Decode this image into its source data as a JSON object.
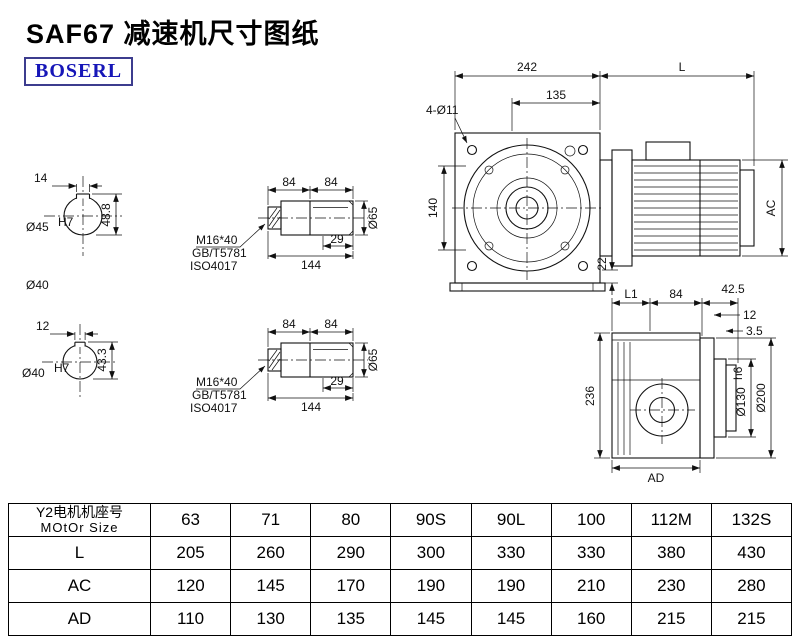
{
  "page": {
    "title": "SAF67 减速机尺寸图纸",
    "logo": "BOSERL"
  },
  "drawing": {
    "shaft1_end": {
      "keyway_width": "14",
      "bore": "Ø45",
      "bore_tol": "H7",
      "total_height": "48.8",
      "shaft_dia": "Ø40"
    },
    "shaft2_end": {
      "keyway_width": "12",
      "bore": "Ø40",
      "bore_tol": "H7",
      "total_height": "43.3"
    },
    "shaft1_side": {
      "len_left": "84",
      "len_right": "84",
      "keyway_len": "29",
      "total_len": "144",
      "dia": "Ø65",
      "bolt_spec": "M16*40",
      "bolt_std1": "GB/T5781",
      "bolt_std2": "ISO4017"
    },
    "shaft2_side": {
      "len_left": "84",
      "len_right": "84",
      "keyway_len": "29",
      "total_len": "144",
      "dia": "Ø65",
      "bolt_spec": "M16*40",
      "bolt_std1": "GB/T5781",
      "bolt_std2": "ISO4017"
    },
    "front_view": {
      "housing_width": "242",
      "motor_len": "L",
      "flange_offset": "135",
      "holes": "4-Ø11",
      "center_height": "140",
      "foot_height": "22",
      "motor_dia": "AC"
    },
    "side_view": {
      "dim_l1": "L1",
      "dim_84": "84",
      "dim_42_5": "42.5",
      "dim_12": "12",
      "dim_3_5": "3.5",
      "height": "236",
      "spigot_dia": "Ø130",
      "spigot_tol": "h6",
      "flange_dia": "Ø200",
      "base_width": "AD"
    }
  },
  "table": {
    "header_cn": "Y2电机机座号",
    "header_en": "MOtOr Size",
    "columns": [
      "63",
      "71",
      "80",
      "90S",
      "90L",
      "100",
      "112M",
      "132S"
    ],
    "rows": [
      {
        "label": "L",
        "values": [
          "205",
          "260",
          "290",
          "300",
          "330",
          "330",
          "380",
          "430"
        ]
      },
      {
        "label": "AC",
        "values": [
          "120",
          "145",
          "170",
          "190",
          "190",
          "210",
          "230",
          "280"
        ]
      },
      {
        "label": "AD",
        "values": [
          "110",
          "130",
          "135",
          "145",
          "145",
          "160",
          "215",
          "215"
        ]
      }
    ]
  }
}
